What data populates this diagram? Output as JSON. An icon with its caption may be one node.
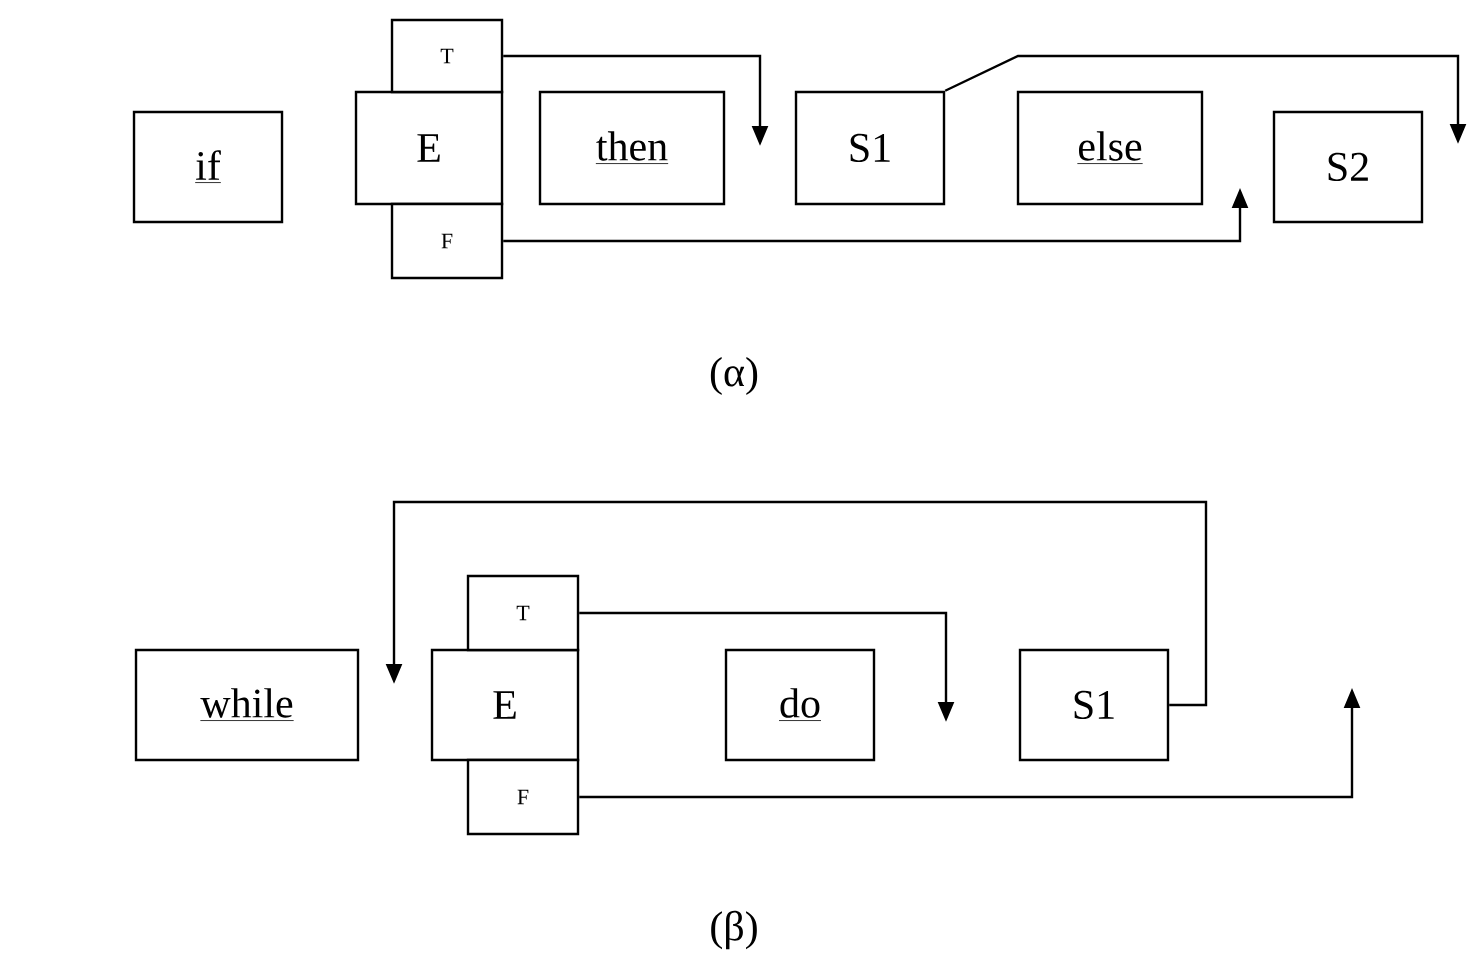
{
  "diagram": {
    "nodes": [
      {
        "text": [
          "if"
        ]
      },
      {
        "text": [
          "E"
        ]
      },
      {
        "text": [
          "T"
        ]
      },
      {
        "text": [
          "F"
        ]
      },
      {
        "text": [
          "then"
        ]
      },
      {
        "text": [
          "S1"
        ]
      },
      {
        "text": [
          "else"
        ]
      },
      {
        "text": [
          "S2"
        ]
      },
      {
        "text": [
          "while"
        ]
      },
      {
        "text": [
          "E"
        ]
      },
      {
        "text": [
          "T"
        ]
      },
      {
        "text": [
          "F"
        ]
      },
      {
        "text": [
          "do"
        ]
      },
      {
        "text": [
          "S1"
        ]
      }
    ],
    "edges": [
      {
        "from": 2,
        "to": null,
        "arrow": "to"
      },
      {
        "from": 5,
        "to": null,
        "arrow": "to"
      },
      {
        "from": 3,
        "to": null,
        "arrow": "to"
      },
      {
        "from": 13,
        "to": null,
        "arrow": "to"
      },
      {
        "from": 10,
        "to": null,
        "arrow": "to"
      },
      {
        "from": 11,
        "to": null,
        "arrow": "to"
      }
    ],
    "labels": [
      "(α)",
      "(β)"
    ]
  }
}
